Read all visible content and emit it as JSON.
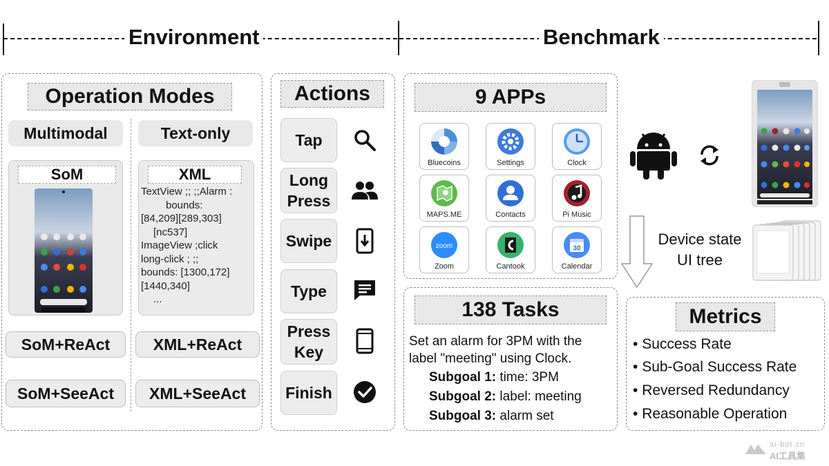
{
  "headers": {
    "environment": "Environment",
    "benchmark": "Benchmark"
  },
  "operation_modes": {
    "title": "Operation Modes",
    "multimodal": "Multimodal",
    "text_only": "Text-only",
    "som_label": "SoM",
    "xml_label": "XML",
    "xml_lines": [
      "TextView ;; ;;Alarm :",
      "bounds:",
      "[84,209][289,303]",
      "[nc537]",
      "ImageView ;click",
      "long-click ; ;;",
      "bounds: [1300,172]",
      "[1440,340]",
      "..."
    ],
    "variants": [
      "SoM+ReAct",
      "XML+ReAct",
      "SoM+SeeAct",
      "XML+SeeAct"
    ]
  },
  "actions": {
    "title": "Actions",
    "items": [
      {
        "label": "Tap",
        "icon": "search-icon"
      },
      {
        "label": "Long Press",
        "icon": "people-icon"
      },
      {
        "label": "Swipe",
        "icon": "phone-download-icon"
      },
      {
        "label": "Type",
        "icon": "message-icon"
      },
      {
        "label": "Press Key",
        "icon": "smartphone-icon"
      },
      {
        "label": "Finish",
        "icon": "check-circle-icon"
      }
    ]
  },
  "apps": {
    "title": "9 APPs",
    "items": [
      {
        "name": "Bluecoins",
        "color": "#4a90d9"
      },
      {
        "name": "Settings",
        "color": "#3b7be0"
      },
      {
        "name": "Clock",
        "color": "#5b9bf0"
      },
      {
        "name": "MAPS.ME",
        "color": "#5dbb4a"
      },
      {
        "name": "Contacts",
        "color": "#2f6fd8"
      },
      {
        "name": "Pi Music",
        "color": "#a02030"
      },
      {
        "name": "Zoom",
        "color": "#2d8cff"
      },
      {
        "name": "Cantook",
        "color": "#33b36b"
      },
      {
        "name": "Calendar",
        "color": "#4a8af4"
      }
    ]
  },
  "device": {
    "state_line1": "Device state",
    "state_line2": "UI tree"
  },
  "tasks": {
    "title": "138 Tasks",
    "description_line1": "Set an alarm for 3PM with the",
    "description_line2": "label \"meeting\" using Clock.",
    "subgoals": [
      {
        "label": "Subgoal 1:",
        "value": "time: 3PM"
      },
      {
        "label": "Subgoal 2:",
        "value": "label: meeting"
      },
      {
        "label": "Subgoal 3:",
        "value": "alarm set"
      }
    ]
  },
  "metrics": {
    "title": "Metrics",
    "items": [
      "Success Rate",
      "Sub-Goal Success Rate",
      "Reversed Redundancy",
      "Reasonable Operation"
    ]
  },
  "watermark": {
    "line1": "ai-bot.cn",
    "line2": "AI工具集"
  }
}
